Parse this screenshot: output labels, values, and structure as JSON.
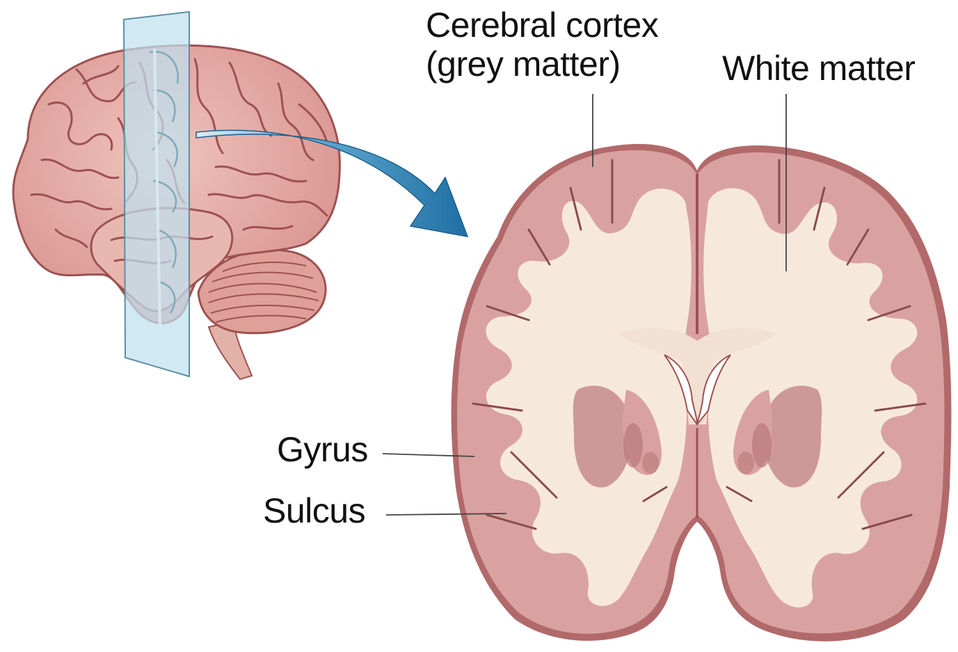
{
  "labels": {
    "cortex_line1": "Cerebral cortex",
    "cortex_line2": "(grey matter)",
    "white_matter": "White matter",
    "gyrus": "Gyrus",
    "sulcus": "Sulcus"
  },
  "colors": {
    "cortex": "#d9a2a0",
    "cortex_edge": "#a9605f",
    "white_matter": "#f6e9dc",
    "brain_surface": "#e4aaa4",
    "brain_groove": "#9d5152",
    "plane": "#bfe1ee",
    "arrow": "#2478ad",
    "leader": "#444444"
  },
  "icons": {
    "brain_illustration": "brain-lateral-view",
    "plane": "coronal-cutting-plane",
    "arrow": "curved-arrow",
    "section": "coronal-brain-section"
  }
}
